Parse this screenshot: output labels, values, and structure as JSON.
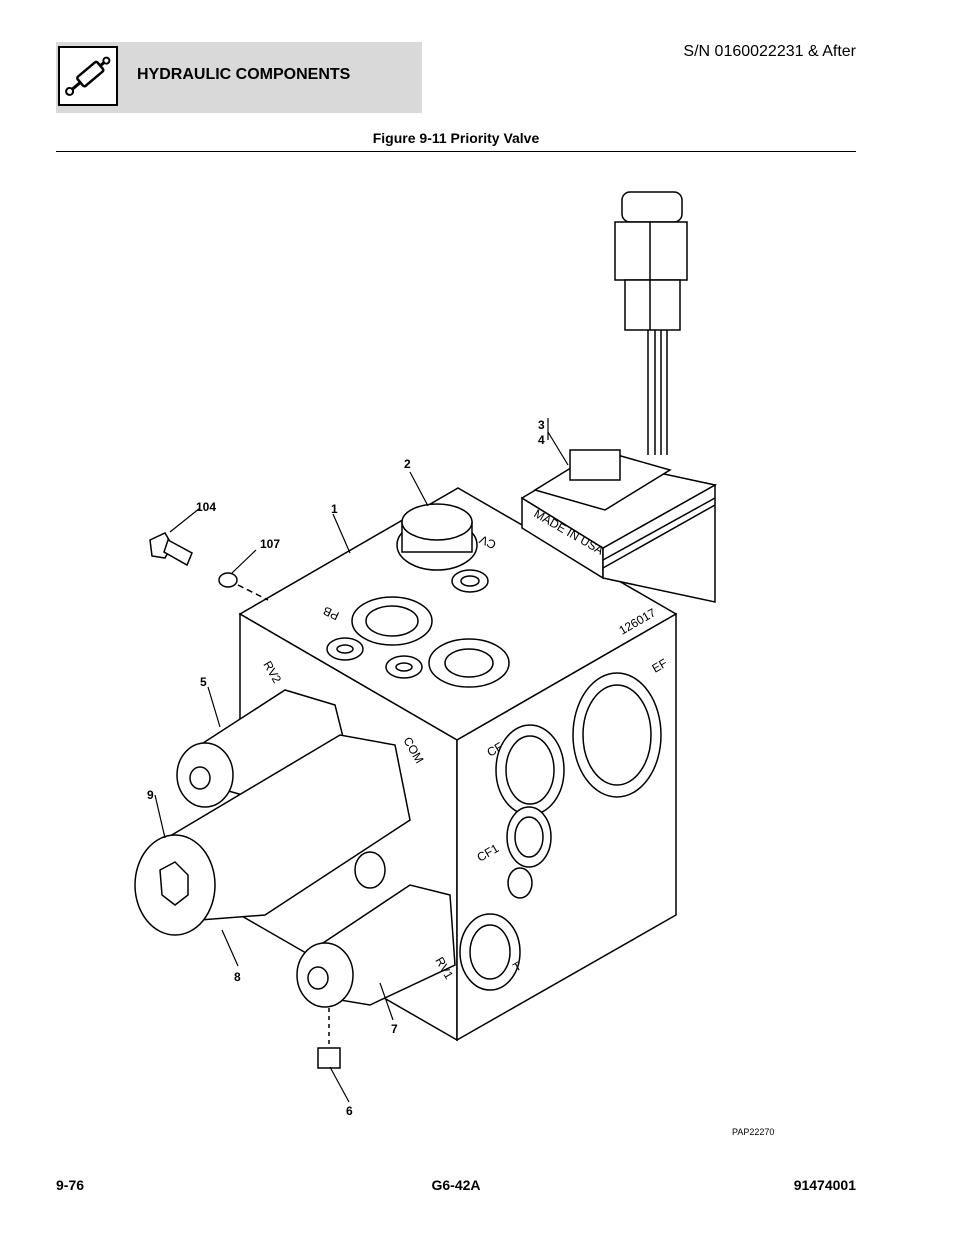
{
  "header": {
    "section_title": "HYDRAULIC COMPONENTS",
    "serial": "S/N 0160022231 & After",
    "icon": "hydraulic-cylinder-icon"
  },
  "figure": {
    "title": "Figure 9-11 Priority Valve",
    "ref_code": "PAP22270",
    "callouts": {
      "c1": "1",
      "c2": "2",
      "c3": "3",
      "c4": "4",
      "c5": "5",
      "c6": "6",
      "c7": "7",
      "c8": "8",
      "c9": "9",
      "c104": "104",
      "c107": "107"
    },
    "port_labels": {
      "cv": "CV",
      "pb": "PB",
      "ef": "EF",
      "cf": "CF",
      "cf1": "CF1",
      "t": "T",
      "rv1": "RV1",
      "rv2": "RV2",
      "com": "COM",
      "part_no": "126017",
      "coil_text": "MADE IN USA"
    }
  },
  "footer": {
    "page_number": "9-76",
    "model": "G6-42A",
    "doc_number": "91474001"
  }
}
